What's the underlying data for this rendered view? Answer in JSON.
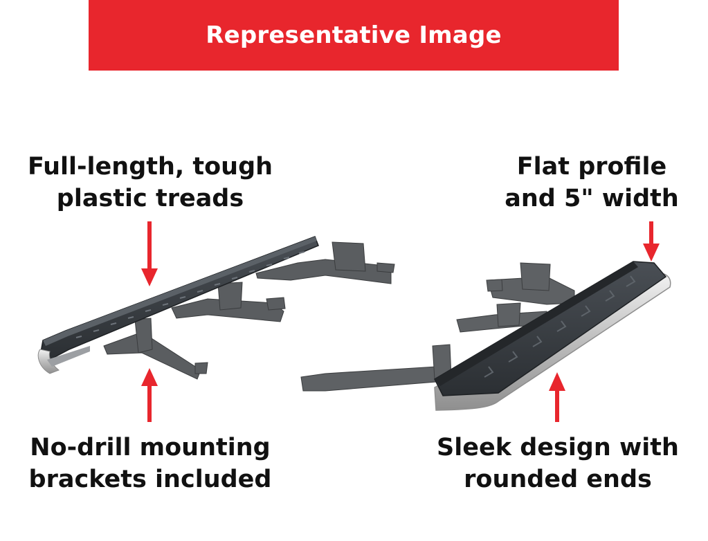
{
  "banner": {
    "text": "Representative Image",
    "color": "#e8262d"
  },
  "callouts": {
    "top_left": [
      "Full-length, tough",
      "plastic treads"
    ],
    "top_right": [
      "Flat profile",
      "and 5\" width"
    ],
    "bottom_left": [
      "No-drill mounting",
      "brackets included"
    ],
    "bottom_right": [
      "Sleek design with",
      "rounded ends"
    ]
  },
  "arrow_color": "#e8262d"
}
